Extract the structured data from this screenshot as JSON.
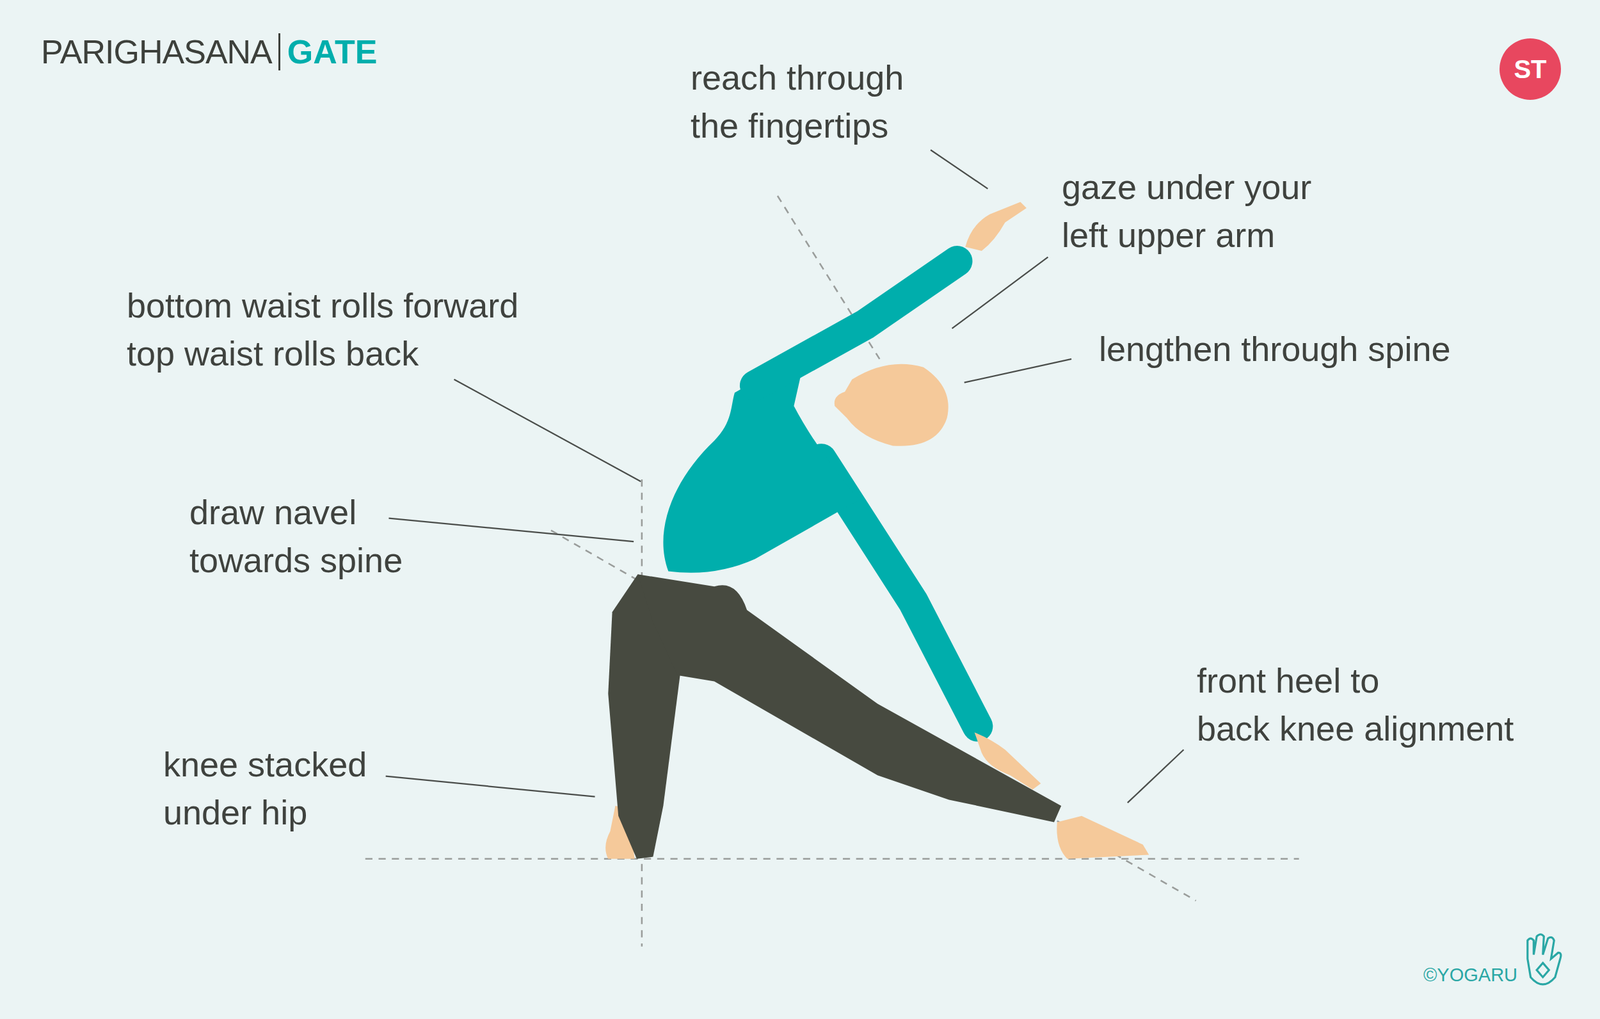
{
  "diagram": {
    "title": "PARIGHASANA",
    "nodes": [
      {
        "text": [
          "ST"
        ]
      }
    ],
    "labels": [
      "GATE",
      "reach through the fingertips",
      "gaze under your left upper arm",
      "bottom waist rolls forward",
      "top waist rolls back",
      "lengthen through spine",
      "draw navel towards spine",
      "front heel to back knee alignment",
      "knee stacked under hip",
      "©YOGARU"
    ]
  }
}
